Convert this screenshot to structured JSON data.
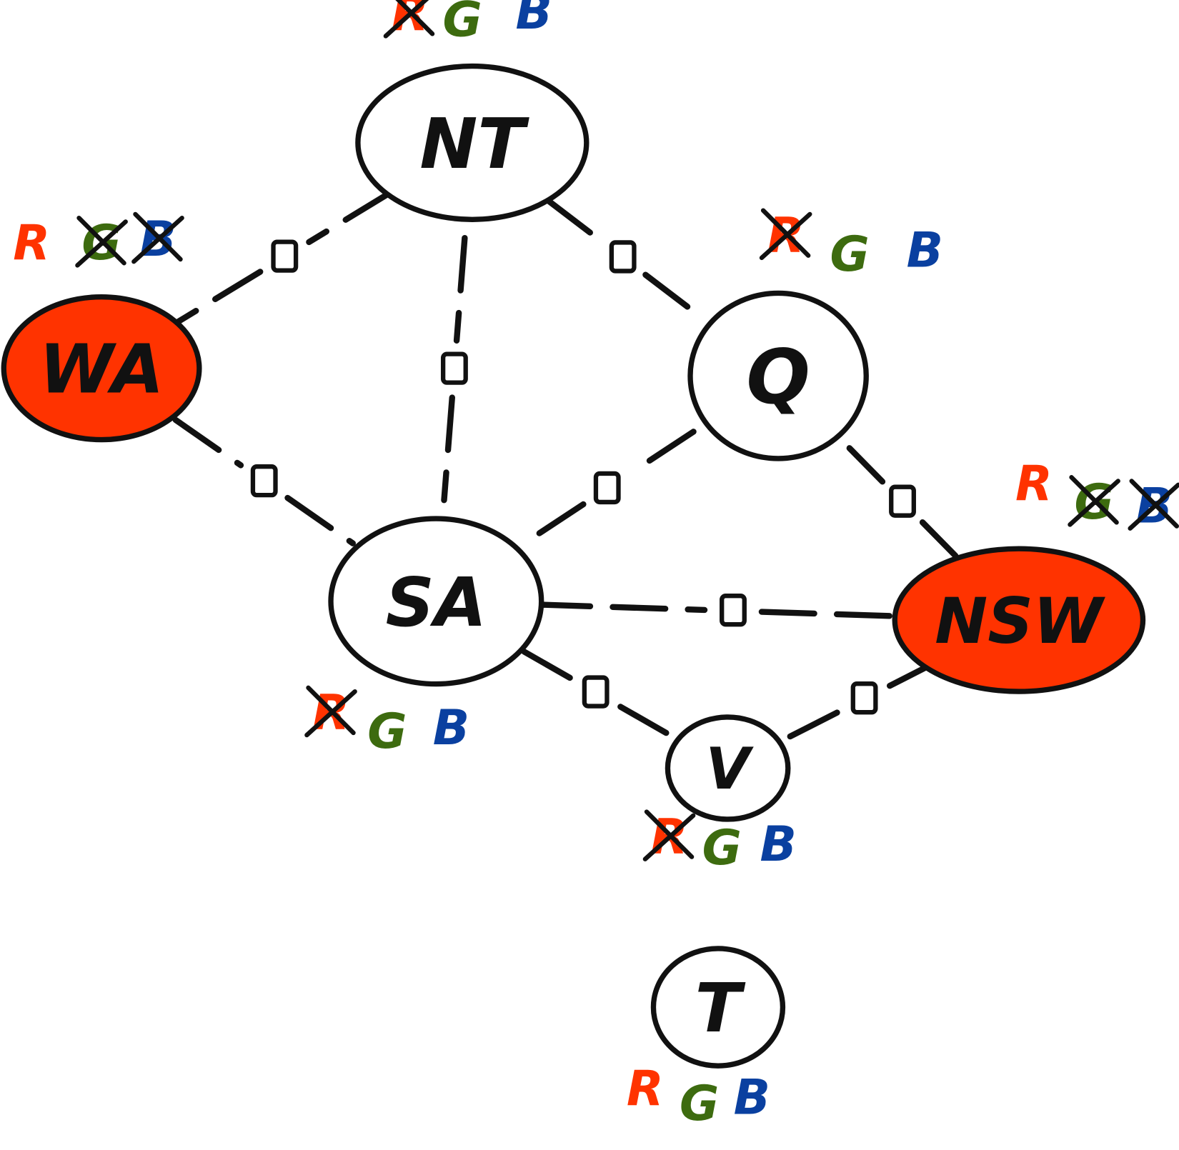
{
  "colors": {
    "R": "#ff3300",
    "G": "#3d6b0f",
    "B": "#0a40a0",
    "assigned_fill": "#ff3300",
    "stroke": "#111111"
  },
  "nodes": [
    {
      "id": "NT",
      "label": "NT",
      "assigned": null,
      "domain": [
        {
          "v": "R",
          "eliminated": true
        },
        {
          "v": "G",
          "eliminated": false
        },
        {
          "v": "B",
          "eliminated": false
        }
      ]
    },
    {
      "id": "WA",
      "label": "WA",
      "assigned": "R",
      "domain": [
        {
          "v": "R",
          "eliminated": false
        },
        {
          "v": "G",
          "eliminated": true
        },
        {
          "v": "B",
          "eliminated": true
        }
      ]
    },
    {
      "id": "Q",
      "label": "Q",
      "assigned": null,
      "domain": [
        {
          "v": "R",
          "eliminated": true
        },
        {
          "v": "G",
          "eliminated": false
        },
        {
          "v": "B",
          "eliminated": false
        }
      ]
    },
    {
      "id": "SA",
      "label": "SA",
      "assigned": null,
      "domain": [
        {
          "v": "R",
          "eliminated": true
        },
        {
          "v": "G",
          "eliminated": false
        },
        {
          "v": "B",
          "eliminated": false
        }
      ]
    },
    {
      "id": "NSW",
      "label": "NSW",
      "assigned": "R",
      "domain": [
        {
          "v": "R",
          "eliminated": false
        },
        {
          "v": "G",
          "eliminated": true
        },
        {
          "v": "B",
          "eliminated": true
        }
      ]
    },
    {
      "id": "V",
      "label": "V",
      "assigned": null,
      "domain": [
        {
          "v": "R",
          "eliminated": true
        },
        {
          "v": "G",
          "eliminated": false
        },
        {
          "v": "B",
          "eliminated": false
        }
      ]
    },
    {
      "id": "T",
      "label": "T",
      "assigned": null,
      "domain": [
        {
          "v": "R",
          "eliminated": false
        },
        {
          "v": "G",
          "eliminated": false
        },
        {
          "v": "B",
          "eliminated": false
        }
      ]
    }
  ],
  "edges": [
    [
      "NT",
      "WA"
    ],
    [
      "NT",
      "SA"
    ],
    [
      "NT",
      "Q"
    ],
    [
      "WA",
      "SA"
    ],
    [
      "Q",
      "SA"
    ],
    [
      "Q",
      "NSW"
    ],
    [
      "SA",
      "NSW"
    ],
    [
      "SA",
      "V"
    ],
    [
      "V",
      "NSW"
    ]
  ]
}
